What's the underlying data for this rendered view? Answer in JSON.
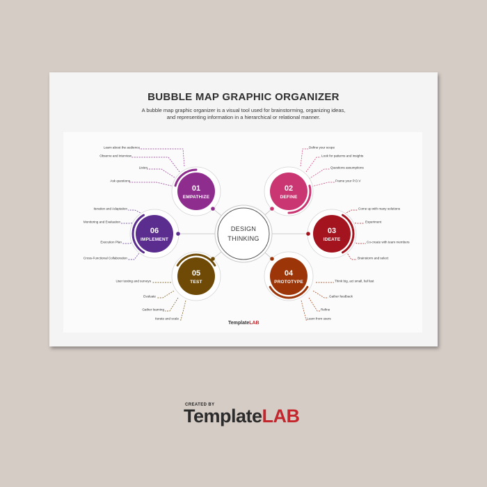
{
  "header": {
    "title": "BUBBLE MAP GRAPHIC ORGANIZER",
    "subtitle_line1": "A bubble map graphic organizer is a visual tool used for brainstorming, organizing ideas,",
    "subtitle_line2": "and representing information in a hierarchical or relational manner."
  },
  "center": {
    "line1": "DESIGN",
    "line2": "THINKING"
  },
  "bubbles": [
    {
      "number": "01",
      "label": "EMPATHIZE",
      "color": "#8e2d8e",
      "items": [
        "Learn about the audience",
        "Observe and interview",
        "Listen",
        "Ask questions"
      ]
    },
    {
      "number": "02",
      "label": "DEFINE",
      "color": "#c93672",
      "items": [
        "Define your scope",
        "Look for patterns and insights",
        "Questions assumptions",
        "Frame your P.O.V"
      ]
    },
    {
      "number": "03",
      "label": "IDEATE",
      "color": "#a3141f",
      "items": [
        "Come up with many solutions",
        "Experiment",
        "Co-create with team members",
        "Brainstorm and select"
      ]
    },
    {
      "number": "04",
      "label": "PROTOTYPE",
      "color": "#9c3508",
      "items": [
        "Think big, act small, fail fast",
        "Gather feedback",
        "Refine",
        "Learn from users"
      ]
    },
    {
      "number": "05",
      "label": "TEST",
      "color": "#6e4a06",
      "items": [
        "User testing and surveys",
        "Evaluate",
        "Gather learning",
        "Iterate and scale"
      ]
    },
    {
      "number": "06",
      "label": "IMPLEMENT",
      "color": "#5a2d8e",
      "items": [
        "Iteration and Adaptation",
        "Monitoring and Evaluation",
        "Execution Plan",
        "Cross-Functional Collaboration"
      ]
    }
  ],
  "sheet_logo": {
    "template": "Template",
    "lab": "LAB"
  },
  "brand": {
    "created_by": "CREATED BY",
    "template": "Template",
    "lab": "LAB"
  }
}
